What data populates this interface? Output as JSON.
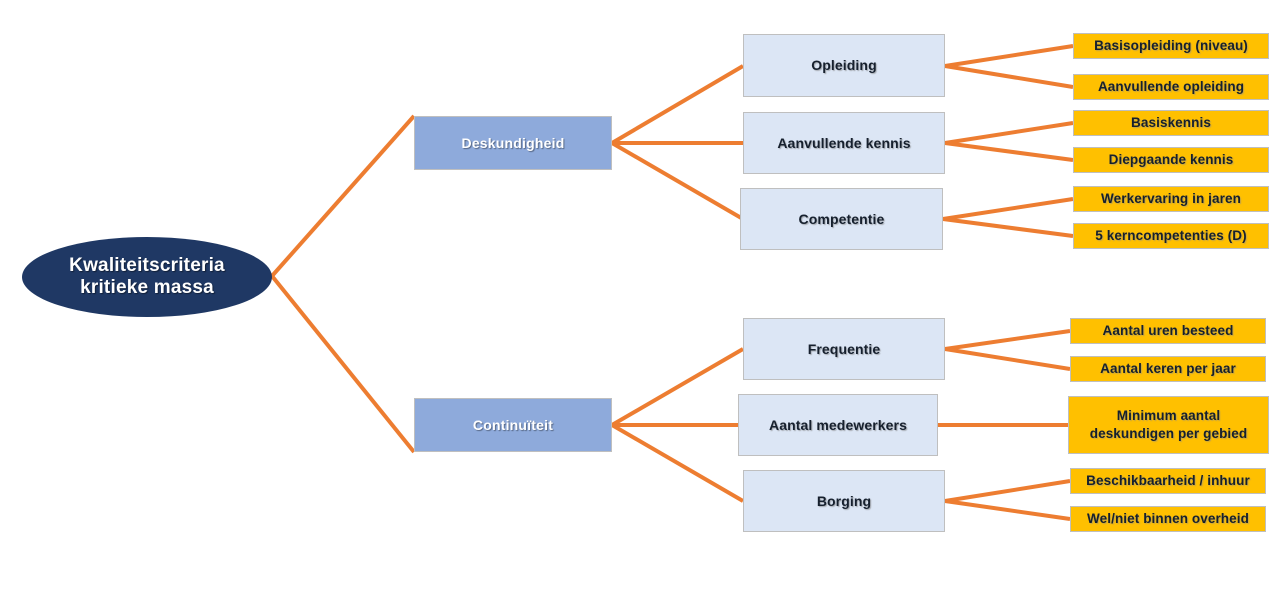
{
  "diagram": {
    "title": "Kwaliteitscriteria kritieke massa",
    "type": "tree-diagram",
    "orientation": "left-to-right",
    "colors": {
      "root_fill": "#1F3864",
      "root_text": "#FFFFFF",
      "level2_fill": "#8EAADB",
      "level2_text": "#FFFFFF",
      "level3_fill": "#DCE6F5",
      "level3_text": "#16202E",
      "level4_fill": "#FFC000",
      "level4_text": "#16202E",
      "connector": "#ED7D31",
      "border": "#BFBFBF",
      "background": "#FFFFFF"
    },
    "root": {
      "line1": "Kwaliteitscriteria",
      "line2": "kritieke massa"
    },
    "branches": [
      {
        "label": "Deskundigheid",
        "children": [
          {
            "label": "Opleiding",
            "leaves": [
              {
                "label": "Basisopleiding (niveau)"
              },
              {
                "label": "Aanvullende opleiding"
              }
            ]
          },
          {
            "label": "Aanvullende kennis",
            "leaves": [
              {
                "label": "Basiskennis"
              },
              {
                "label": "Diepgaande kennis"
              }
            ]
          },
          {
            "label": "Competentie",
            "leaves": [
              {
                "label": "Werkervaring in jaren"
              },
              {
                "label": "5 kerncompetenties (D)"
              }
            ]
          }
        ]
      },
      {
        "label": "Continuïteit",
        "children": [
          {
            "label": "Frequentie",
            "leaves": [
              {
                "label": "Aantal uren besteed"
              },
              {
                "label": "Aantal keren per jaar"
              }
            ]
          },
          {
            "label": "Aantal medewerkers",
            "leaves": [
              {
                "label": "Minimum aantal",
                "label2": "deskundigen per gebied"
              }
            ]
          },
          {
            "label": "Borging",
            "leaves": [
              {
                "label": "Beschikbaarheid / inhuur"
              },
              {
                "label": "Wel/niet binnen overheid"
              }
            ]
          }
        ]
      }
    ]
  }
}
